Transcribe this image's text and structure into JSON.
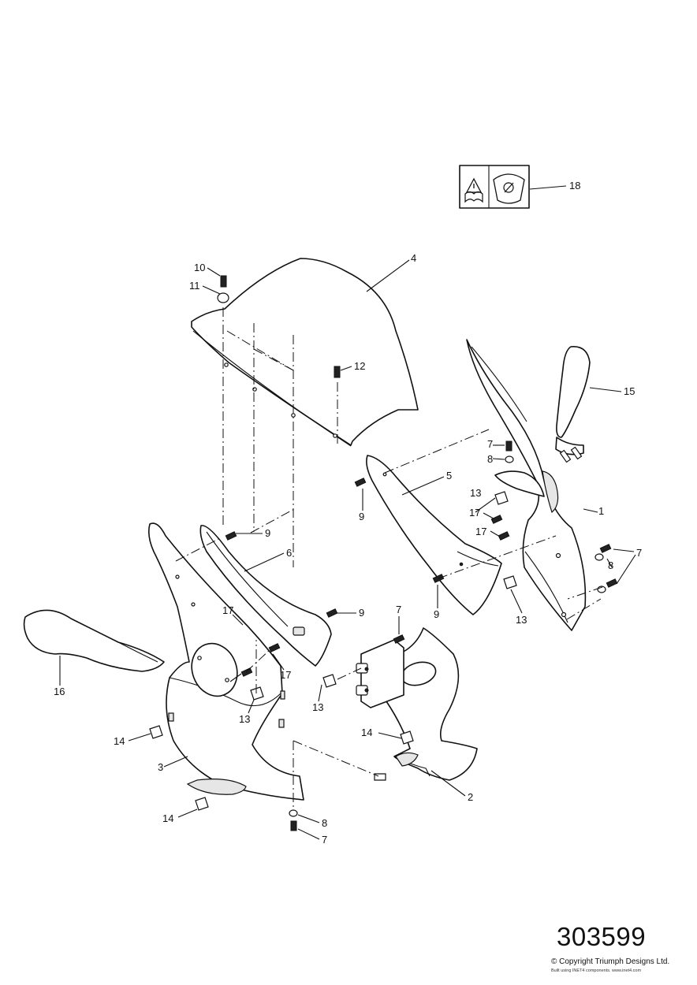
{
  "diagram": {
    "reference_number": "303599",
    "copyright": "© Copyright Triumph Designs Ltd.",
    "credit": "Built using INET4 components. www.inet4.com",
    "callouts": [
      {
        "id": "c1",
        "label": "1"
      },
      {
        "id": "c2",
        "label": "2"
      },
      {
        "id": "c3",
        "label": "3"
      },
      {
        "id": "c4",
        "label": "4"
      },
      {
        "id": "c5",
        "label": "5"
      },
      {
        "id": "c6",
        "label": "6"
      },
      {
        "id": "c7a",
        "label": "7"
      },
      {
        "id": "c7b",
        "label": "7"
      },
      {
        "id": "c7c",
        "label": "7"
      },
      {
        "id": "c7d",
        "label": "7"
      },
      {
        "id": "c8a",
        "label": "8"
      },
      {
        "id": "c8b",
        "label": "8"
      },
      {
        "id": "c8c",
        "label": "8"
      },
      {
        "id": "c9a",
        "label": "9"
      },
      {
        "id": "c9b",
        "label": "9"
      },
      {
        "id": "c9c",
        "label": "9"
      },
      {
        "id": "c9d",
        "label": "9"
      },
      {
        "id": "c10",
        "label": "10"
      },
      {
        "id": "c11",
        "label": "11"
      },
      {
        "id": "c12",
        "label": "12"
      },
      {
        "id": "c13a",
        "label": "13"
      },
      {
        "id": "c13b",
        "label": "13"
      },
      {
        "id": "c13c",
        "label": "13"
      },
      {
        "id": "c13d",
        "label": "13"
      },
      {
        "id": "c14a",
        "label": "14"
      },
      {
        "id": "c14b",
        "label": "14"
      },
      {
        "id": "c14c",
        "label": "14"
      },
      {
        "id": "c15",
        "label": "15"
      },
      {
        "id": "c16",
        "label": "16"
      },
      {
        "id": "c17a",
        "label": "17"
      },
      {
        "id": "c17b",
        "label": "17"
      },
      {
        "id": "c17c",
        "label": "17"
      },
      {
        "id": "c17d",
        "label": "17"
      },
      {
        "id": "c18",
        "label": "18"
      }
    ]
  }
}
